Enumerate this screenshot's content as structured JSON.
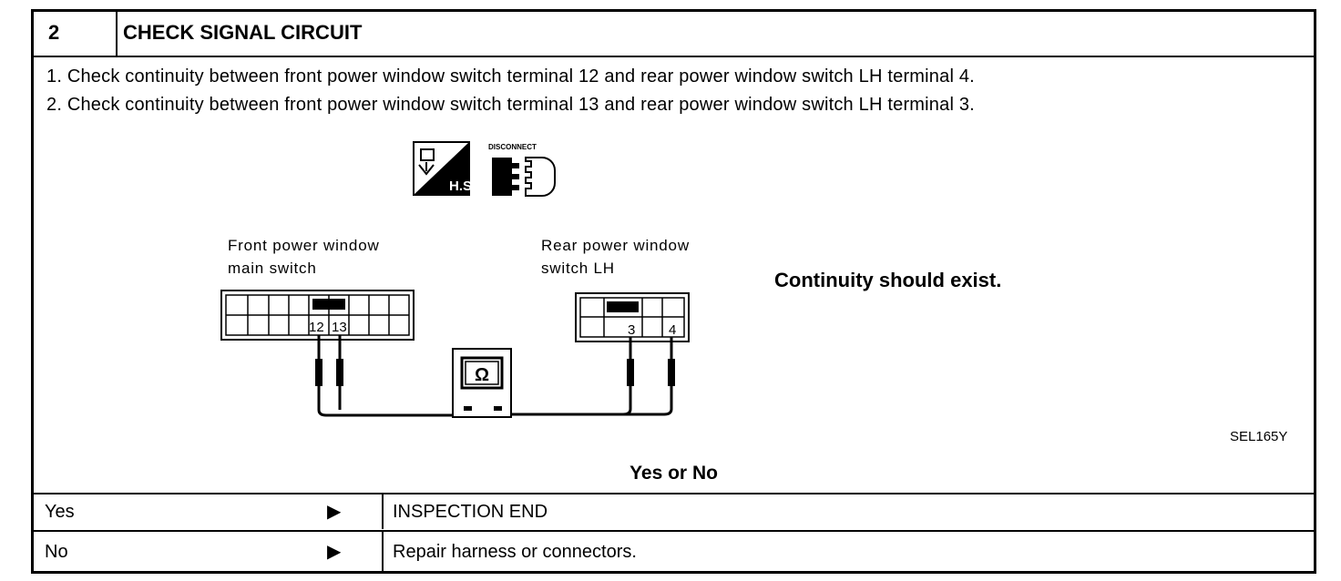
{
  "header": {
    "step_number": "2",
    "title": "CHECK SIGNAL CIRCUIT"
  },
  "instructions": [
    "1.  Check continuity between front power window switch terminal 12 and rear power window switch LH terminal 4.",
    "2.  Check continuity between front power window switch terminal 13 and rear power window switch LH terminal 3."
  ],
  "icons": {
    "hs": {
      "name": "harness-side-icon",
      "label": "H.S."
    },
    "disconnect": {
      "name": "disconnect-connector-icon",
      "label": "DISCONNECT"
    }
  },
  "diagram": {
    "front_label": [
      "Front power window",
      "main switch"
    ],
    "rear_label": [
      "Rear power window",
      "switch LH"
    ],
    "front_terminals": [
      "12",
      "13"
    ],
    "rear_terminals": [
      "3",
      "4"
    ],
    "meter_symbol": "Ω"
  },
  "result_text": "Continuity should exist.",
  "reference_code": "SEL165Y",
  "question": "Yes or No",
  "outcomes": [
    {
      "answer": "Yes",
      "arrow": "▶",
      "result": "INSPECTION END"
    },
    {
      "answer": "No",
      "arrow": "▶",
      "result": "Repair harness or connectors."
    }
  ]
}
